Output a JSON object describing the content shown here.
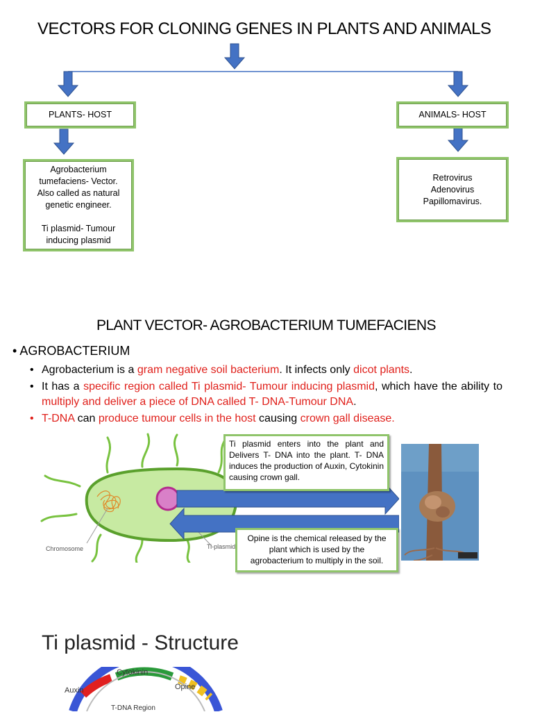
{
  "section1": {
    "title": "VECTORS FOR CLONING GENES IN PLANTS AND ANIMALS",
    "plants_host": "PLANTS- HOST",
    "animals_host": "ANIMALS- HOST",
    "plants_detail": [
      "Agrobacterium",
      "tumefaciens- Vector.",
      "Also called as natural",
      "genetic engineer.",
      "",
      "Ti plasmid- Tumour",
      "inducing plasmid"
    ],
    "animals_detail": [
      "Retrovirus",
      "Adenovirus",
      "Papillomavirus."
    ]
  },
  "section2": {
    "title": "PLANT VECTOR- AGROBACTERIUM TUMEFACIENS",
    "bullet": "AGROBACTERIUM",
    "p1": {
      "a": "Agrobacterium is a ",
      "b": "gram negative soil bacterium",
      "c": ". It infects only ",
      "d": "dicot plants",
      "e": "."
    },
    "p2": {
      "a": "It has a ",
      "b": "specific region called Ti plasmid- Tumour inducing plasmid",
      "c": ", which have the ability to ",
      "d": "multiply and deliver a piece of DNA called T- DNA-Tumour DNA",
      "e": "."
    },
    "p3": {
      "a": "T-DNA",
      "b": " can ",
      "c": "produce tumour cells in the host",
      "d": " causing ",
      "e": "crown gall disease."
    },
    "callout1": "Ti plasmid enters into the plant and Delivers T- DNA into the plant. T- DNA induces the production of Auxin, Cytokinin causing crown gall.",
    "callout2": "Opine is the chemical released by the plant which is used by the agrobacterium to multiply in the soil.",
    "label_chromosome": "Chromosome",
    "label_tiplasmid": "Ti-plasmid"
  },
  "section3": {
    "title": "Ti plasmid - Structure",
    "labels": {
      "cytokinin": "Cytokinin",
      "auxin": "Auxin",
      "opine": "Opine",
      "tdna": "T-DNA Region"
    }
  },
  "colors": {
    "arrow_blue": "#4472c4",
    "box_green": "#8fc46a",
    "text_red": "#e0201b",
    "cell_green": "#bfe59a"
  }
}
